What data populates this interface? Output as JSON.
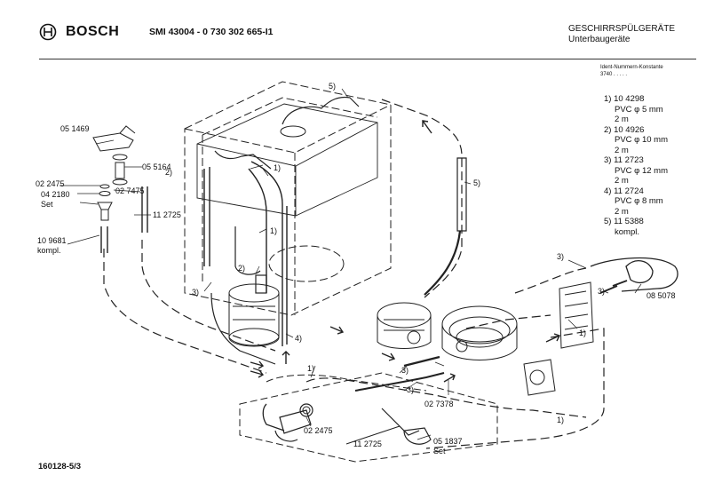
{
  "header": {
    "brand": "BOSCH",
    "model": "SMI 43004 - 0 730 302 665-I1",
    "category_line1": "GESCHIRRSPÜLGERÄTE",
    "category_line2": "Unterbaugeräte",
    "ident_line1": "Ident-Nummern-Konstante",
    "ident_line2": "3740 . . . . ."
  },
  "legend": [
    "1) 10 4298",
    "PVC φ 5 mm",
    "2 m",
    "2) 10 4926",
    "PVC φ 10 mm",
    "2 m",
    "3) 11 2723",
    "PVC φ 12 mm",
    "2 m",
    "4) 11 2724",
    "PVC φ 8 mm",
    "2 m",
    "5) 11 5388",
    "kompl."
  ],
  "labels": {
    "p051469": "05 1469",
    "p055164": "05 5164",
    "p022475a": "02 2475",
    "p027475": "02 7475",
    "p042180": "04 2180",
    "set1": "Set",
    "p112725a": "11 2725",
    "p109681": "10 9681",
    "kompl": "kompl.",
    "c1a": "1)",
    "c2a": "2)",
    "c1b": "1)",
    "c2b": "2)",
    "c3a": "3)",
    "c4": "4)",
    "c5a": "5)",
    "c5b": "5)",
    "c3b": "3)",
    "c3c": "3)",
    "c3d": "3)",
    "c1c": "1)",
    "c1d": "1)",
    "c1e": "1)",
    "c3e": "3)",
    "p085078": "08 5078",
    "p027378": "02 7378",
    "p022475b": "02 2475",
    "p112725b": "11 2725",
    "p051837": "05 1837",
    "set2": "Set"
  },
  "footer": "160128-5/3"
}
